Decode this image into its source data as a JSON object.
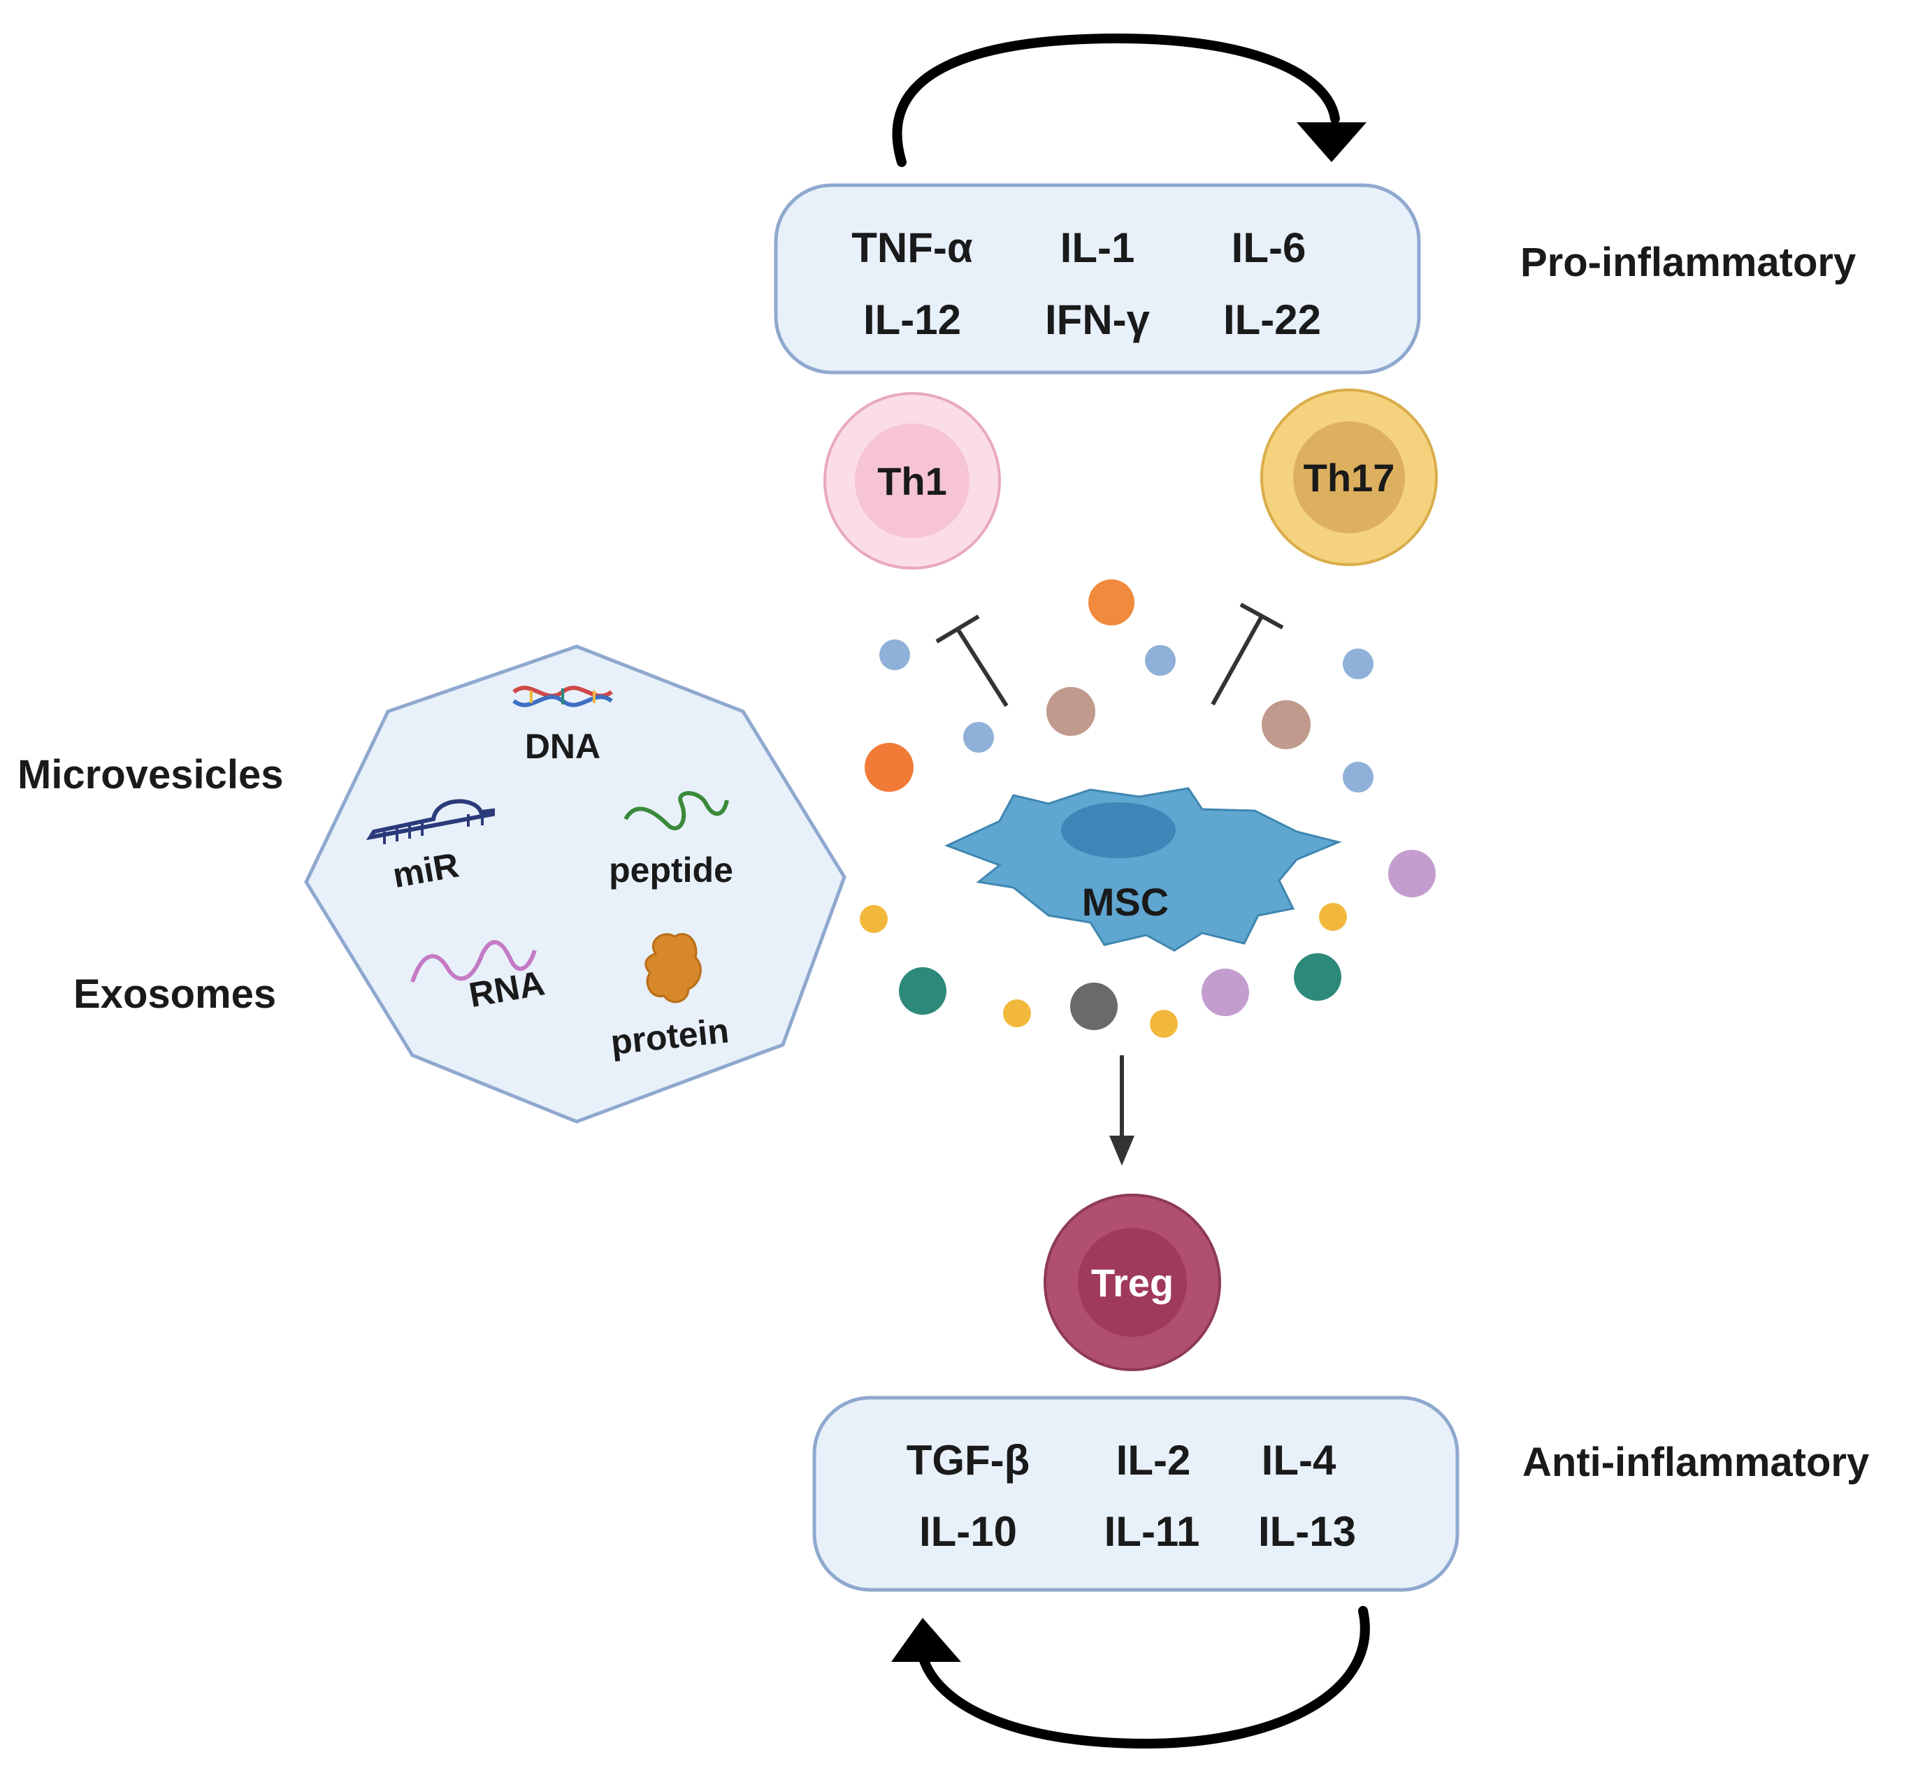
{
  "pro_inflammatory": {
    "label": "Pro-inflammatory",
    "cytokines": [
      "TNF-α",
      "IL-1",
      "IL-6",
      "IL-12",
      "IFN-γ",
      "IL-22"
    ]
  },
  "anti_inflammatory": {
    "label": "Anti-inflammatory",
    "cytokines": [
      "TGF-β",
      "IL-2",
      "IL-4",
      "IL-10",
      "IL-11",
      "IL-13"
    ]
  },
  "cells": {
    "th1": "Th1",
    "th17": "Th17",
    "treg": "Treg",
    "msc": "MSC"
  },
  "vesicles": {
    "microvesicles": "Microvesicles",
    "exosomes": "Exosomes",
    "cargo": {
      "dna": "DNA",
      "mir": "miR",
      "peptide": "peptide",
      "rna": "RNA",
      "protein": "protein"
    }
  },
  "colors": {
    "box_fill": "#e8f0fa",
    "box_stroke": "#8fa8cf",
    "th1": "#f6c4d2",
    "th17": "#f0c76a",
    "treg": "#b0506e",
    "msc": "#5fa6d0"
  }
}
